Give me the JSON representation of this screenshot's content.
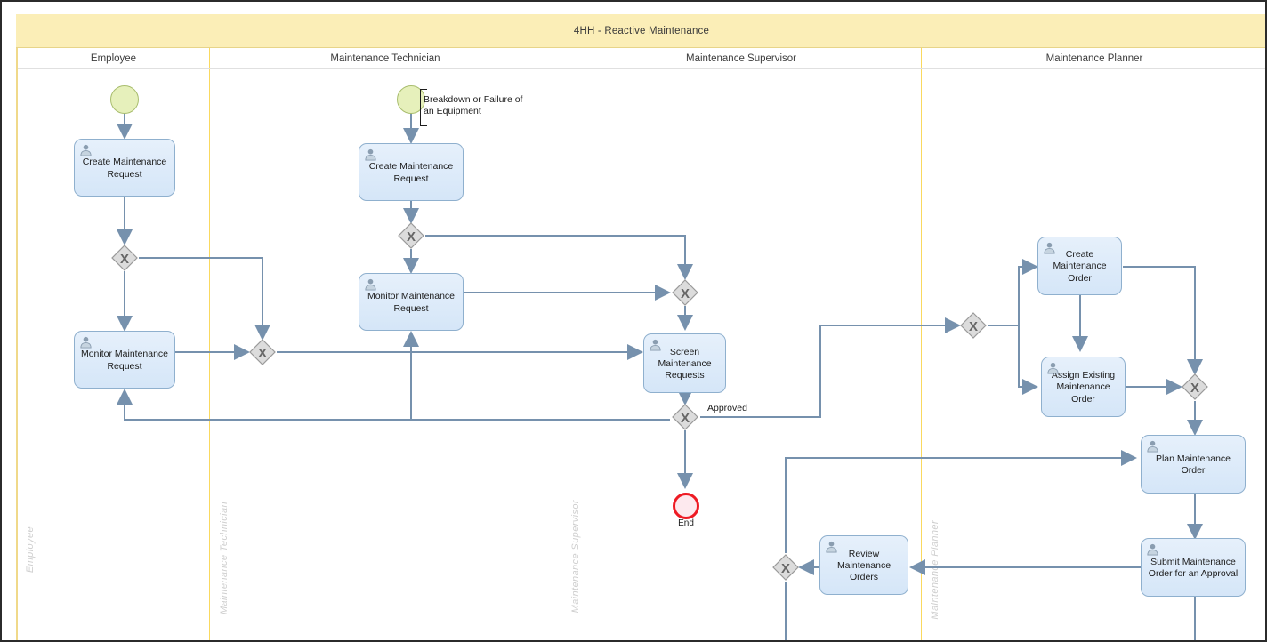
{
  "pool": {
    "title": "4HH - Reactive Maintenance"
  },
  "lanes": [
    {
      "id": "employee",
      "label": "Employee",
      "watermark": "Employee"
    },
    {
      "id": "technician",
      "label": "Maintenance Technician",
      "watermark": "Maintenance Technician"
    },
    {
      "id": "supervisor",
      "label": "Maintenance Supervisor",
      "watermark": "Maintenance Supervisor"
    },
    {
      "id": "planner",
      "label": "Maintenance Planner",
      "watermark": "Maintenance Planner"
    }
  ],
  "events": {
    "start_employee": {
      "type": "start-event"
    },
    "start_technician": {
      "type": "start-event"
    },
    "end_supervisor": {
      "type": "end-event",
      "label": "End"
    }
  },
  "annotations": {
    "breakdown": "Breakdown or Failure of\nan Equipment"
  },
  "flow_labels": {
    "approved": "Approved"
  },
  "tasks": {
    "emp_create": "Create Maintenance Request",
    "emp_monitor": "Monitor Maintenance Request",
    "tec_create": "Create Maintenance Request",
    "tec_monitor": "Monitor Maintenance Request",
    "sup_screen": "Screen Maintenance Requests",
    "pl_create_order": "Create Maintenance Order",
    "pl_assign_order": "Assign Existing Maintenance Order",
    "pl_plan_order": "Plan Maintenance Order",
    "pl_submit_order": "Submit Maintenance Order for an Approval",
    "sup_review_orders": "Review Maintenance Orders"
  },
  "gateways": {
    "emp_gw1": {
      "type": "exclusive-gateway",
      "symbol": "X"
    },
    "emp_gw2": {
      "type": "exclusive-gateway",
      "symbol": "X"
    },
    "tec_gw1": {
      "type": "exclusive-gateway",
      "symbol": "X"
    },
    "sup_gw1": {
      "type": "exclusive-gateway",
      "symbol": "X"
    },
    "sup_gw2": {
      "type": "exclusive-gateway",
      "symbol": "X"
    },
    "sup_gw3": {
      "type": "exclusive-gateway",
      "symbol": "X"
    },
    "pl_gw1": {
      "type": "exclusive-gateway",
      "symbol": "X"
    },
    "pl_gw2": {
      "type": "exclusive-gateway",
      "symbol": "X"
    }
  },
  "colors": {
    "pool_header": "#fbeeb7",
    "lane_divider": "#fad95e",
    "task_fill": "#dce9f7",
    "task_border": "#8fb0ce",
    "connector": "#7691ad",
    "gateway_fill": "#dcdcdc",
    "start_event_fill": "#e6f0bb",
    "end_event_border": "#ee1b24",
    "watermark": "#cfcfcf"
  }
}
